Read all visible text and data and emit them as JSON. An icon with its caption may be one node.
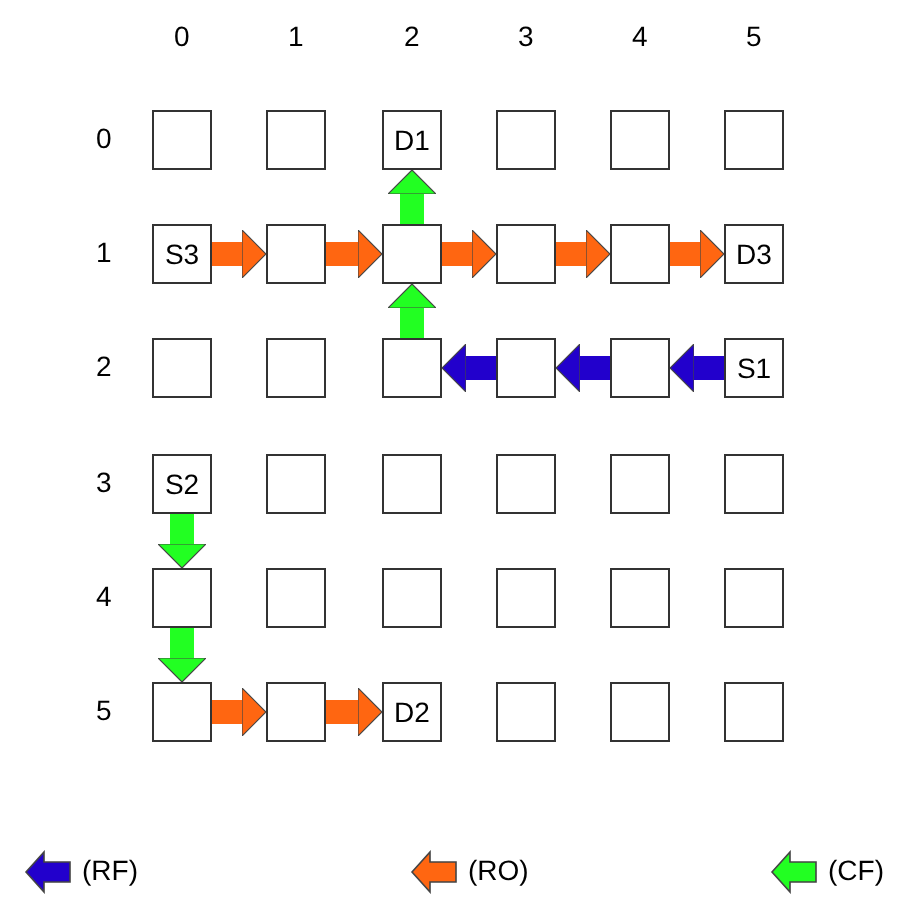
{
  "diagram": {
    "nodes": [
      {
        "text": [],
        "shape": "box"
      },
      {
        "text": [],
        "shape": "box"
      },
      {
        "text": [
          "D1"
        ]
      },
      {
        "text": [],
        "shape": "box"
      },
      {
        "text": [],
        "shape": "box"
      },
      {
        "text": [],
        "shape": "box"
      },
      {
        "text": [
          "S3"
        ]
      },
      {
        "text": [],
        "shape": "box"
      },
      {
        "text": [],
        "shape": "box"
      },
      {
        "text": [],
        "shape": "box"
      },
      {
        "text": [],
        "shape": "box"
      },
      {
        "text": [
          "D3"
        ]
      },
      {
        "text": [],
        "shape": "box"
      },
      {
        "text": [],
        "shape": "box"
      },
      {
        "text": [],
        "shape": "box"
      },
      {
        "text": [],
        "shape": "box"
      },
      {
        "text": [],
        "shape": "box"
      },
      {
        "text": [
          "S1"
        ]
      },
      {
        "text": [
          "S2"
        ]
      },
      {
        "text": [],
        "shape": "box"
      },
      {
        "text": [],
        "shape": "box"
      },
      {
        "text": [],
        "shape": "box"
      },
      {
        "text": [],
        "shape": "box"
      },
      {
        "text": [],
        "shape": "box"
      },
      {
        "text": [],
        "shape": "box"
      },
      {
        "text": [],
        "shape": "box"
      },
      {
        "text": [],
        "shape": "box"
      },
      {
        "text": [],
        "shape": "box"
      },
      {
        "text": [],
        "shape": "box"
      },
      {
        "text": [],
        "shape": "box"
      },
      {
        "text": [],
        "shape": "box"
      },
      {
        "text": [],
        "shape": "box"
      },
      {
        "text": [
          "D2"
        ]
      },
      {
        "text": [],
        "shape": "box"
      },
      {
        "text": [],
        "shape": "box"
      },
      {
        "text": [],
        "shape": "box"
      }
    ],
    "edges": [
      {
        "from": 6,
        "to": 7,
        "arrow": "to",
        "color": "#ff6611"
      },
      {
        "from": 7,
        "to": 8,
        "arrow": "to",
        "color": "#ff6611"
      },
      {
        "from": 8,
        "to": 9,
        "arrow": "to",
        "color": "#ff6611"
      },
      {
        "from": 9,
        "to": 10,
        "arrow": "to",
        "color": "#ff6611"
      },
      {
        "from": 10,
        "to": 11,
        "arrow": "to",
        "color": "#ff6611"
      },
      {
        "from": 17,
        "to": 16,
        "arrow": "to",
        "color": "#2200cc"
      },
      {
        "from": 16,
        "to": 15,
        "arrow": "to",
        "color": "#2200cc"
      },
      {
        "from": 15,
        "to": 14,
        "arrow": "to",
        "color": "#2200cc"
      },
      {
        "from": 14,
        "to": 8,
        "arrow": "to",
        "color": "#22ff22"
      },
      {
        "from": 8,
        "to": 2,
        "arrow": "to",
        "color": "#22ff22"
      },
      {
        "from": 18,
        "to": 24,
        "arrow": "to",
        "color": "#22ff22"
      },
      {
        "from": 24,
        "to": 30,
        "arrow": "to",
        "color": "#22ff22"
      },
      {
        "from": 30,
        "to": 31,
        "arrow": "to",
        "color": "#ff6611"
      },
      {
        "from": 31,
        "to": 32,
        "arrow": "to",
        "color": "#ff6611"
      }
    ],
    "labels": [
      "0",
      "1",
      "2",
      "3",
      "4",
      "5",
      "0",
      "1",
      "2",
      "3",
      "4",
      "5"
    ],
    "legend": [
      {
        "text": "(RF)",
        "color": "#2200cc"
      },
      {
        "text": "(RO)",
        "color": "#ff6611"
      },
      {
        "text": "(CF)",
        "color": "#22ff22"
      }
    ]
  }
}
